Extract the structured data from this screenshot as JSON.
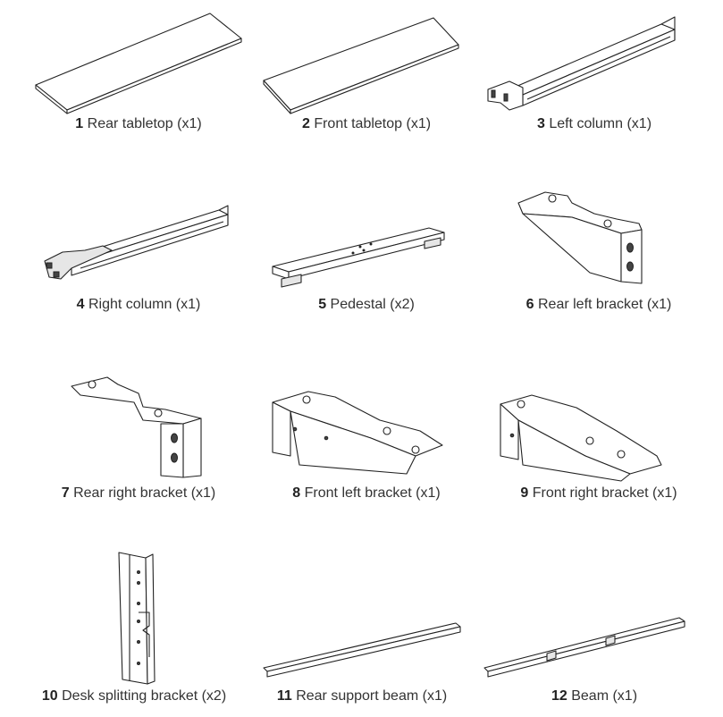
{
  "parts": [
    {
      "number": "1",
      "name": "Rear tabletop (x1)",
      "icon": "rear-tabletop-icon"
    },
    {
      "number": "2",
      "name": "Front tabletop (x1)",
      "icon": "front-tabletop-icon"
    },
    {
      "number": "3",
      "name": "Left column (x1)",
      "icon": "left-column-icon"
    },
    {
      "number": "4",
      "name": "Right column (x1)",
      "icon": "right-column-icon"
    },
    {
      "number": "5",
      "name": "Pedestal (x2)",
      "icon": "pedestal-icon"
    },
    {
      "number": "6",
      "name": "Rear left bracket (x1)",
      "icon": "rear-left-bracket-icon"
    },
    {
      "number": "7",
      "name": "Rear right bracket (x1)",
      "icon": "rear-right-bracket-icon"
    },
    {
      "number": "8",
      "name": "Front left bracket (x1)",
      "icon": "front-left-bracket-icon"
    },
    {
      "number": "9",
      "name": "Front right bracket (x1)",
      "icon": "front-right-bracket-icon"
    },
    {
      "number": "10",
      "name": "Desk splitting bracket (x2)",
      "icon": "desk-splitting-bracket-icon"
    },
    {
      "number": "11",
      "name": "Rear support beam (x1)",
      "icon": "rear-support-beam-icon"
    },
    {
      "number": "12",
      "name": "Beam (x1)",
      "icon": "beam-icon"
    }
  ]
}
